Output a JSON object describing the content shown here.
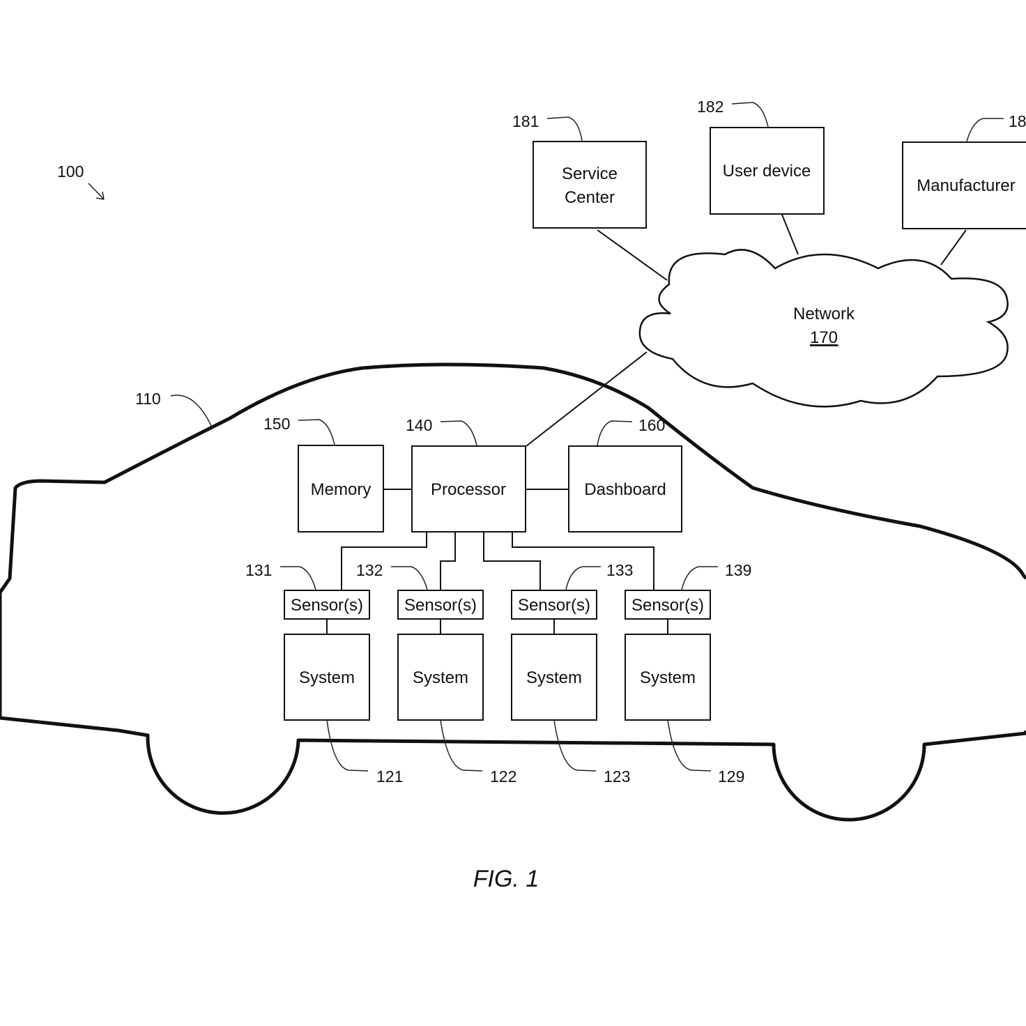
{
  "figure": {
    "caption": "FIG. 1",
    "system_ref": "100"
  },
  "vehicle": {
    "ref": "110"
  },
  "network": {
    "label": "Network",
    "ref": "170"
  },
  "external": {
    "service_center": {
      "ref": "181",
      "line1": "Service",
      "line2": "Center"
    },
    "user_device": {
      "ref": "182",
      "label": "User device"
    },
    "manufacturer": {
      "ref": "18",
      "label": "Manufacturer"
    }
  },
  "memory": {
    "ref": "150",
    "label": "Memory"
  },
  "processor": {
    "ref": "140",
    "label": "Processor"
  },
  "dashboard": {
    "ref": "160",
    "label": "Dashboard"
  },
  "sensors": [
    {
      "ref": "131",
      "label": "Sensor(s)"
    },
    {
      "ref": "132",
      "label": "Sensor(s)"
    },
    {
      "ref": "133",
      "label": "Sensor(s)"
    },
    {
      "ref": "139",
      "label": "Sensor(s)"
    }
  ],
  "systems": [
    {
      "ref": "121",
      "label": "System"
    },
    {
      "ref": "122",
      "label": "System"
    },
    {
      "ref": "123",
      "label": "System"
    },
    {
      "ref": "129",
      "label": "System"
    }
  ]
}
